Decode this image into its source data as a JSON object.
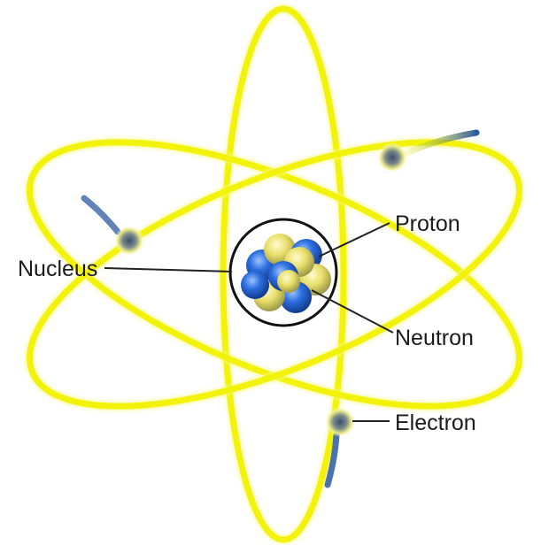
{
  "diagram": {
    "labels": {
      "nucleus": "Nucleus",
      "proton": "Proton",
      "neutron": "Neutron",
      "electron": "Electron"
    },
    "colors": {
      "orbit": "#f2f20a",
      "orbit_glow": "#fafa8a",
      "electron_core": "#566b8a",
      "electron_glow": "#f4f48a",
      "electron_trail": "#2c5aa0",
      "proton": "#1f5fd0",
      "neutron": "#e8e070",
      "nucleus_ring": "#111111",
      "leader_line": "#222222",
      "label_text": "#1b1b1b"
    }
  }
}
